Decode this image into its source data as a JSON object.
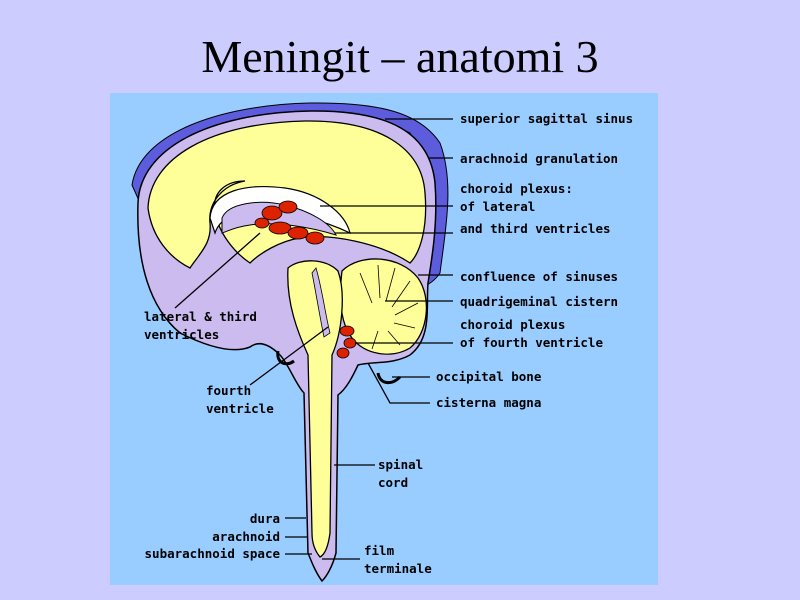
{
  "slide": {
    "title": "Meningit – anatomi 3"
  },
  "colors": {
    "slide_background": "#ccccff",
    "figure_background": "#99ccff",
    "brain_tissue": "#ffff99",
    "csf_space": "#ccbbee",
    "dural_sinus": "#5c5cdd",
    "choroid_plexus": "#dd2200"
  },
  "labels": {
    "superior_sagittal_sinus": "superior sagittal sinus",
    "arachnoid_granulation": "arachnoid granulation",
    "choroid_plexus_line1": "choroid plexus:",
    "choroid_plexus_line2": "of lateral",
    "choroid_plexus_line3": "and third ventricles",
    "confluence_of_sinuses": "confluence of sinuses",
    "quadrigeminal_cistern": "quadrigeminal cistern",
    "choroid_plexus_fourth_line1": "choroid plexus",
    "choroid_plexus_fourth_line2": "of fourth ventricle",
    "occipital_bone": "occipital bone",
    "cisterna_magna": "cisterna magna",
    "lateral_third_line1": "lateral & third",
    "lateral_third_line2": "ventricles",
    "fourth_ventricle_line1": "fourth",
    "fourth_ventricle_line2": "ventricle",
    "spinal_cord_line1": "spinal",
    "spinal_cord_line2": "cord",
    "dura": "dura",
    "arachnoid": "arachnoid",
    "subarachnoid_space": "subarachnoid space",
    "film_terminale_line1": "film",
    "film_terminale_line2": "terminale"
  }
}
